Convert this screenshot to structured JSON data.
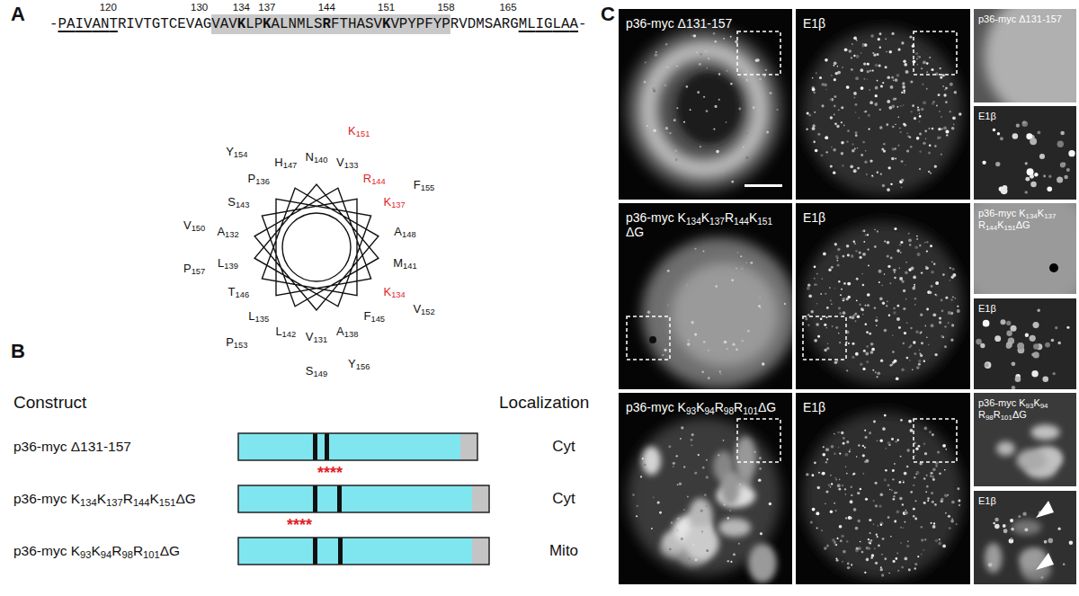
{
  "diagram": {
    "nodes": [
      {
        "text": [
          "VAVKLPKALNMLSRFTHASVKVPYPFYP"
        ]
      },
      {
        "text": [
          "p36-myc Δ131-157"
        ]
      },
      {
        "text": [
          "E1β"
        ]
      },
      {
        "text": [
          "p36-myc Δ131-157"
        ]
      },
      {
        "text": [
          "E1β"
        ]
      },
      {
        "text": [
          "p36-myc K134K137R144K151 ΔG"
        ]
      },
      {
        "text": [
          "E1β"
        ]
      },
      {
        "text": [
          "p36-myc K134K137 R144K151ΔG"
        ]
      },
      {
        "text": [
          "E1β"
        ]
      },
      {
        "text": [
          "p36-myc K93K94R98R101ΔG"
        ]
      },
      {
        "text": [
          "E1β"
        ]
      },
      {
        "text": [
          "p36-myc K93K94 R98R101ΔG"
        ]
      },
      {
        "text": [
          "E1β"
        ]
      }
    ],
    "labels": [
      "A",
      "-PAIVANTRIVTGTCEVAG",
      "RVDMSARGMLIGLAA-",
      "120",
      "130",
      "134",
      "137",
      "144",
      "151",
      "158",
      "165",
      "V131",
      "A132",
      "V133",
      "K134",
      "L135",
      "P136",
      "K137",
      "A138",
      "L139",
      "N140",
      "M141",
      "L142",
      "S143",
      "R144",
      "F145",
      "T146",
      "H147",
      "A148",
      "S149",
      "V150",
      "K151",
      "V152",
      "P153",
      "Y154",
      "F155",
      "Y156",
      "P157",
      "B",
      "Construct",
      "Localization",
      "p36-myc Δ131-157",
      "p36-myc K134K137R144K151ΔG",
      "p36-myc K93K94R98R101ΔG",
      "****",
      "****",
      "Cyt",
      "Cyt",
      "Mito",
      "C"
    ]
  }
}
